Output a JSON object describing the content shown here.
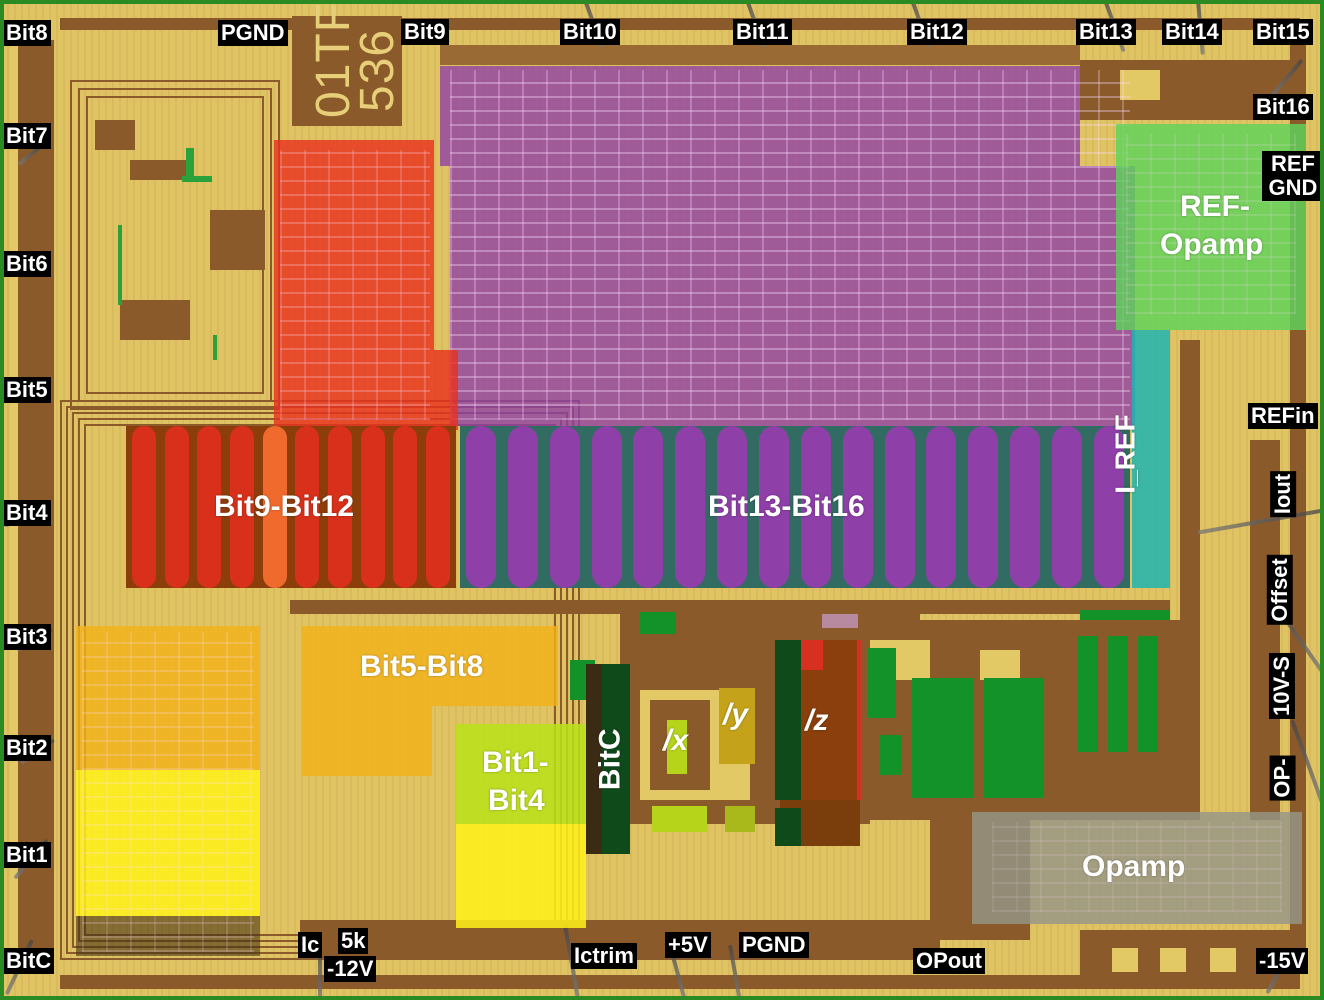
{
  "die_marking": {
    "line1": "01TF",
    "line2": "536"
  },
  "pads": {
    "left": [
      "Bit8",
      "Bit7",
      "Bit6",
      "Bit5",
      "Bit4",
      "Bit3",
      "Bit2",
      "Bit1",
      "BitC"
    ],
    "top": [
      "PGND",
      "Bit9",
      "Bit10",
      "Bit11",
      "Bit12",
      "Bit13",
      "Bit14",
      "Bit15"
    ],
    "right": [
      "Bit16",
      "REF GND",
      "REFin",
      "Iout",
      "Offset",
      "10V-S",
      "OP-",
      "-15V"
    ],
    "bottom": [
      "Ic",
      "5k -12V",
      "Ictrim",
      "+5V",
      "PGND",
      "OPout"
    ]
  },
  "pad_labels": {
    "bit8": "Bit8",
    "bit7": "Bit7",
    "bit6": "Bit6",
    "bit5": "Bit5",
    "bit4": "Bit4",
    "bit3": "Bit3",
    "bit2": "Bit2",
    "bit1": "Bit1",
    "bitc": "BitC",
    "pgnd_top": "PGND",
    "bit9": "Bit9",
    "bit10": "Bit10",
    "bit11": "Bit11",
    "bit12": "Bit12",
    "bit13": "Bit13",
    "bit14": "Bit14",
    "bit15": "Bit15",
    "bit16": "Bit16",
    "ref_gnd_1": "REF",
    "ref_gnd_2": "GND",
    "refin": "REFin",
    "iout": "Iout",
    "offset": "Offset",
    "v10s": "10V-S",
    "opminus": "OP-",
    "v15neg": "-15V",
    "ic": "Ic",
    "r5k_1": "5k",
    "r5k_2": "-12V",
    "ictrim": "Ictrim",
    "v5": "+5V",
    "pgnd_bottom": "PGND",
    "opout": "OPout"
  },
  "regions": {
    "bit9_12": {
      "label": "Bit9-Bit12",
      "color": "#e8321e"
    },
    "bit13_16": {
      "label": "Bit13-Bit16",
      "color": "#8e3fa8"
    },
    "ref_opamp": {
      "label_1": "REF-",
      "label_2": "Opamp",
      "color": "#5ed35a"
    },
    "i_ref": {
      "label": "I_REF",
      "color": "#1fb5b0"
    },
    "bit5_8": {
      "label": "Bit5-Bit8",
      "color": "#f2b21a"
    },
    "bit1_4": {
      "label_1": "Bit1-",
      "label_2": "Bit4",
      "color": "#b8e01a"
    },
    "bitc": {
      "label": "BitC",
      "color": "#0f4a1a"
    },
    "ix": {
      "label": "/x",
      "color": "#b5d41a"
    },
    "iy": {
      "label": "/y",
      "color": "#e0a820"
    },
    "iz": {
      "label": "/z",
      "color": "#8a3f0c"
    },
    "opamp": {
      "label": "Opamp",
      "color": "#9a9a8c"
    },
    "bit1_4_decoder": {
      "color": "#fff21a"
    }
  }
}
